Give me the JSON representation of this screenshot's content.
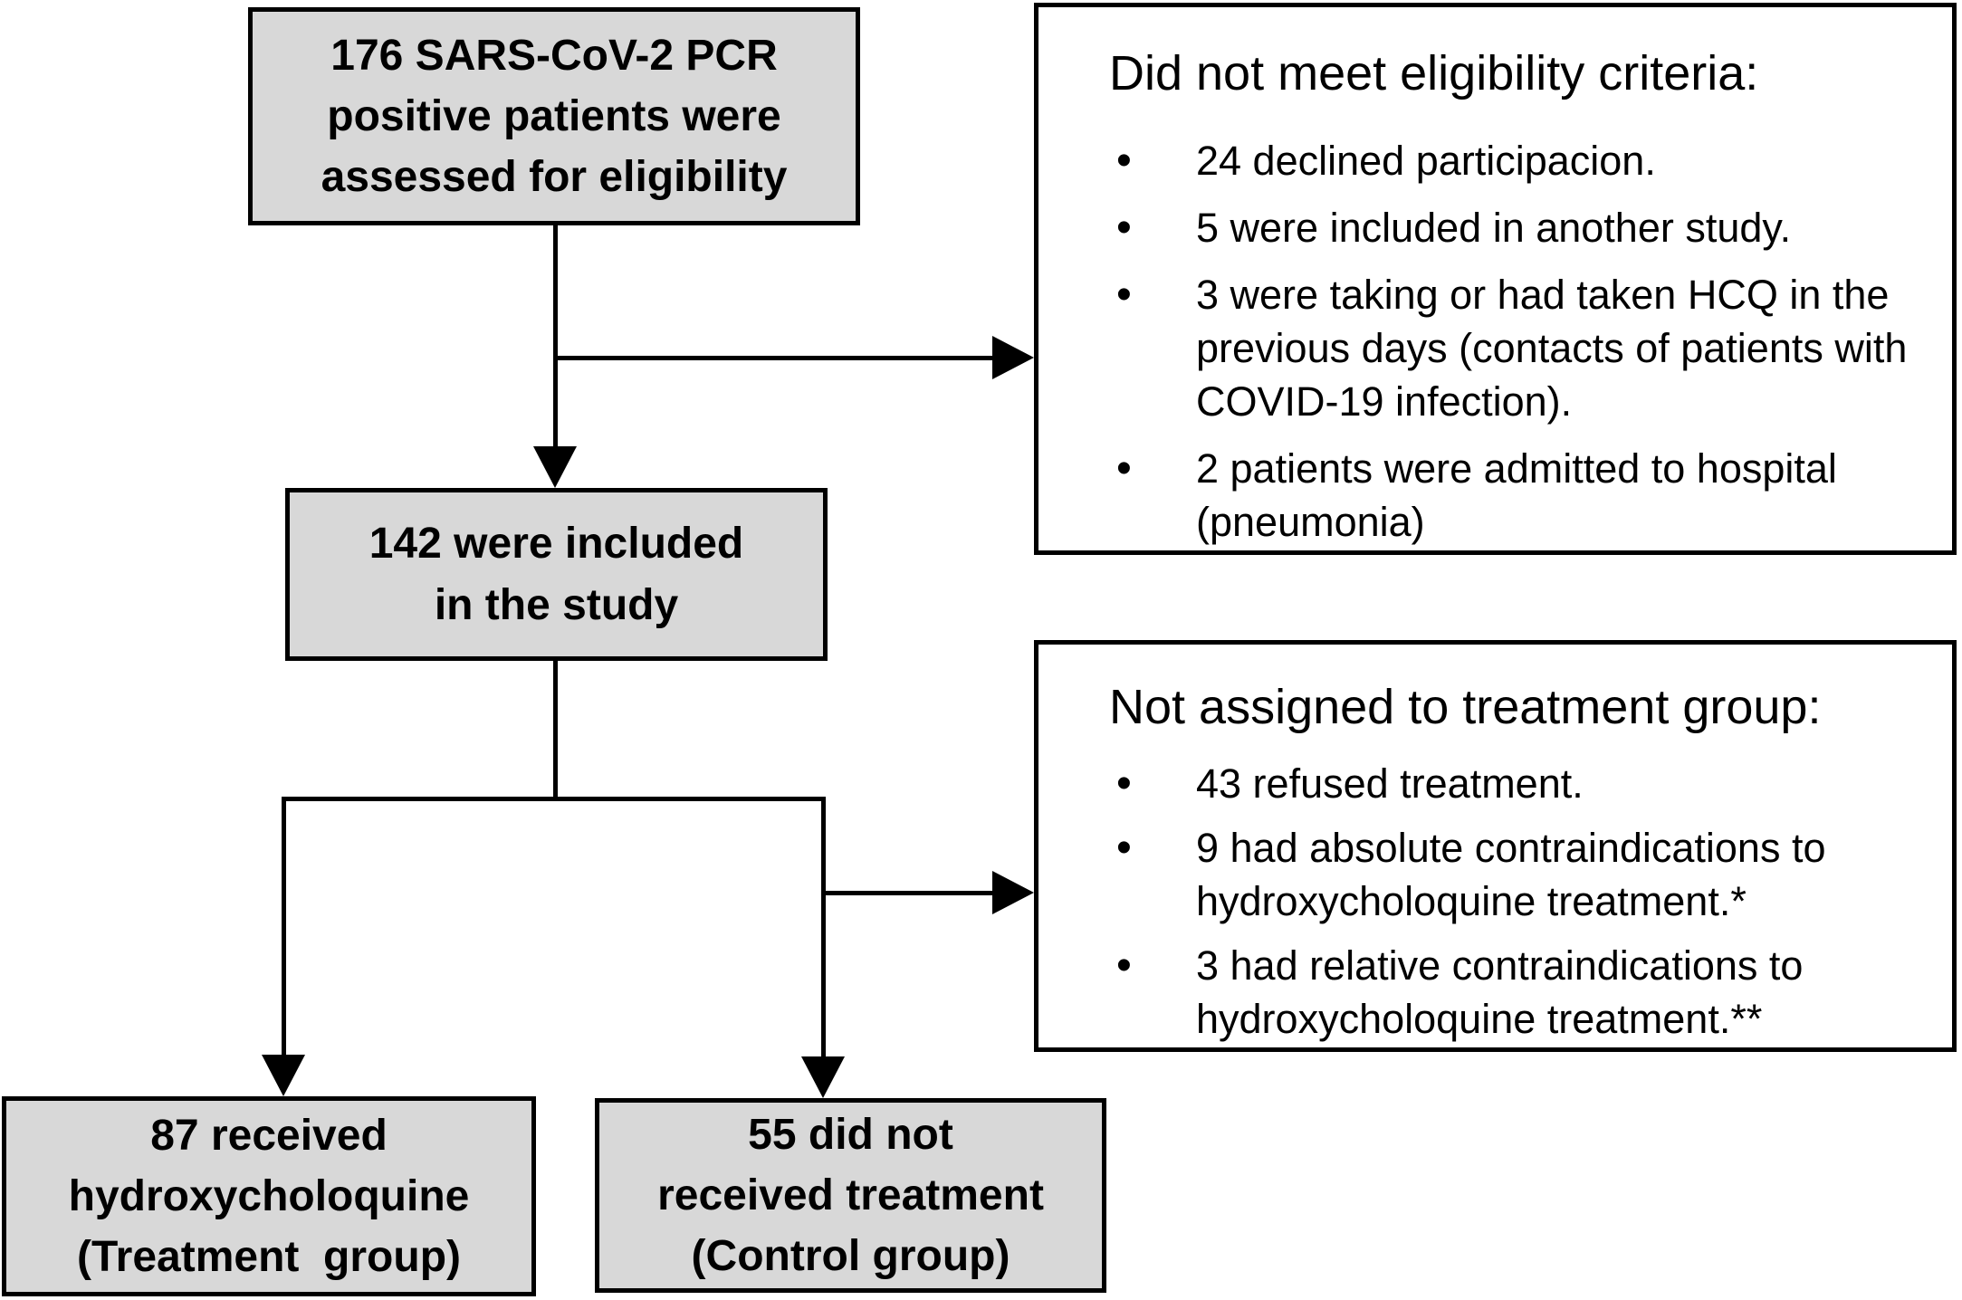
{
  "colors": {
    "background": "#ffffff",
    "box_fill_gray": "#d8d8d8",
    "box_fill_white": "#ffffff",
    "border": "#000000",
    "text": "#000000"
  },
  "boxes": {
    "assessed": {
      "text": "176 SARS-CoV-2 PCR\npositive patients were\nassessed for eligibility"
    },
    "included": {
      "text": "142 were included\nin the study"
    },
    "treatment": {
      "text": "87 received\nhydroxycholoquine\n(Treatment  group)"
    },
    "control": {
      "text": "55 did not\nreceived treatment\n(Control group)"
    },
    "eligibility": {
      "title": "Did not meet eligibility criteria:",
      "bullet_icon": "•",
      "items": [
        "24 declined participacion.",
        "5 were included in another study.",
        "3 were taking or had taken HCQ in the previous days (contacts of patients with COVID-19 infection).",
        "2 patients were admitted to hospital (pneumonia)"
      ]
    },
    "not_assigned": {
      "title": "Not assigned to treatment group:",
      "bullet_icon": "•",
      "items": [
        "43 refused treatment.",
        "9 had absolute contraindications to hydroxycholoquine treatment.*",
        "3 had relative contraindications to hydroxycholoquine treatment.**"
      ]
    }
  }
}
